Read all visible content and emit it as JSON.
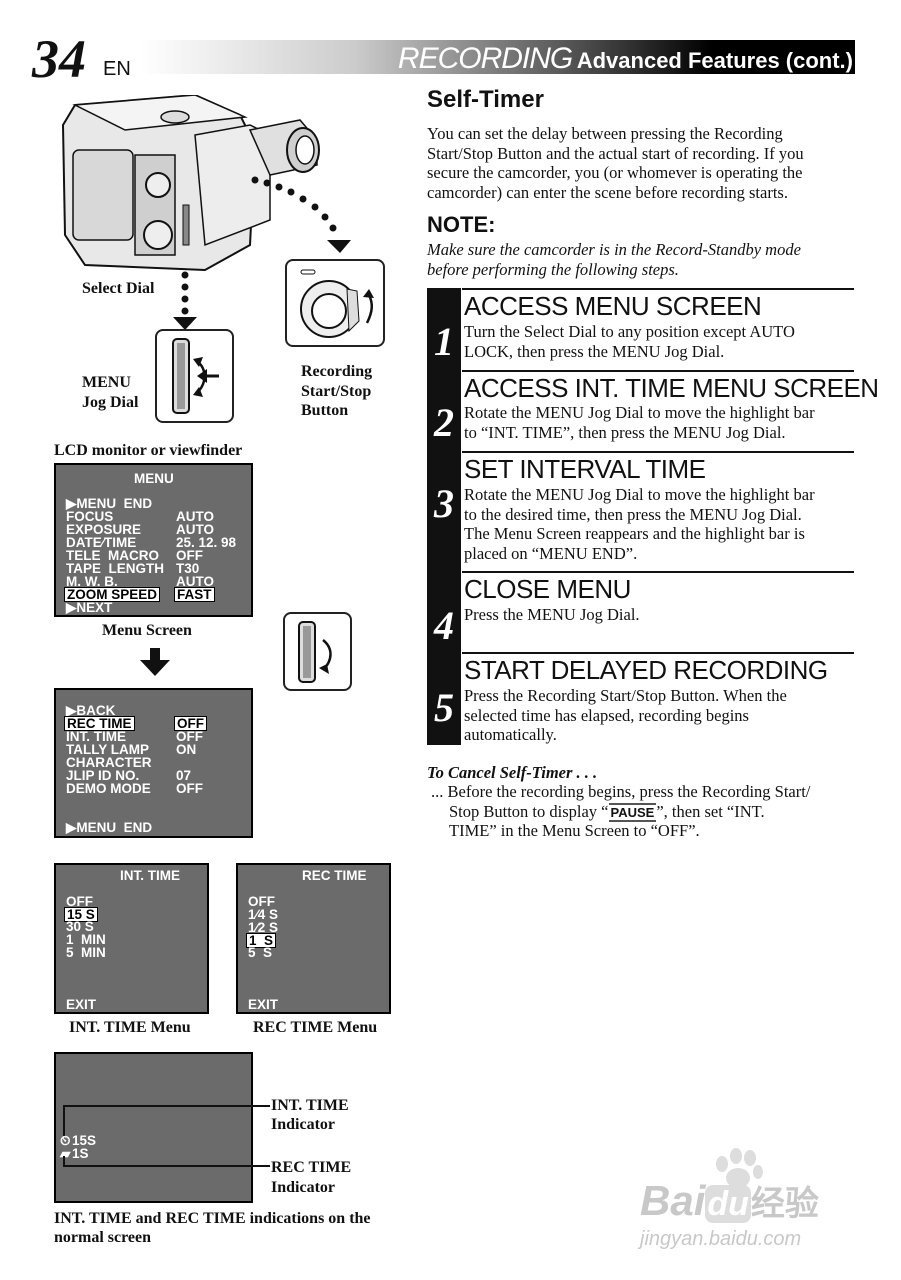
{
  "header": {
    "page_number": "34",
    "lang": "EN",
    "section_title": "RECORDING",
    "section_subtitle": "Advanced Features (cont.)"
  },
  "left": {
    "labels": {
      "select_dial": "Select Dial",
      "menu_jog_1": "MENU",
      "menu_jog_2": "Jog Dial",
      "rec_btn_1": "Recording",
      "rec_btn_2": "Start/Stop",
      "rec_btn_3": "Button",
      "lcd_caption": "LCD monitor or viewfinder",
      "menu_screen_caption": "Menu Screen",
      "int_time_menu_caption": "INT. TIME Menu",
      "rec_time_menu_caption": "REC TIME Menu",
      "int_indicator_1": "INT. TIME",
      "int_indicator_2": "Indicator",
      "rec_indicator_1": "REC TIME",
      "rec_indicator_2": "Indicator",
      "normal_caption_1": "INT. TIME and REC TIME indications on the",
      "normal_caption_2": "normal screen"
    },
    "menu_screen": {
      "title": "MENU",
      "rows": [
        {
          "label": "▶MENU  END",
          "value": ""
        },
        {
          "label": "FOCUS",
          "value": "AUTO"
        },
        {
          "label": "EXPOSURE",
          "value": "AUTO"
        },
        {
          "label": "DATE∕TIME",
          "value": "25. 12. 98"
        },
        {
          "label": "TELE  MACRO",
          "value": "OFF"
        },
        {
          "label": "TAPE  LENGTH",
          "value": "T30"
        },
        {
          "label": "M. W. B.",
          "value": "AUTO"
        },
        {
          "label": "ZOOM SPEED",
          "value": "FAST"
        },
        {
          "label": "▶NEXT",
          "value": ""
        }
      ]
    },
    "sub_menu": {
      "rows": [
        {
          "label": "▶BACK",
          "value": ""
        },
        {
          "label": "REC TIME",
          "value": "OFF"
        },
        {
          "label": "INT. TIME",
          "value": "OFF"
        },
        {
          "label": "TALLY LAMP",
          "value": "ON"
        },
        {
          "label": "CHARACTER",
          "value": ""
        },
        {
          "label": "JLIP ID NO.",
          "value": "07"
        },
        {
          "label": "DEMO MODE",
          "value": "OFF"
        }
      ],
      "footer": "▶MENU  END"
    },
    "int_time_screen": {
      "title": "INT. TIME",
      "options": [
        "OFF",
        "15 S",
        "30 S",
        "1  MIN",
        "5  MIN"
      ],
      "exit": "EXIT"
    },
    "rec_time_screen": {
      "title": "REC TIME",
      "options": [
        "OFF",
        "1∕4 S",
        "1∕2 S",
        "1  S",
        "5  S"
      ],
      "exit": "EXIT"
    },
    "normal_screen": {
      "int_value": "15S",
      "rec_value": "1S"
    }
  },
  "right": {
    "heading": "Self-Timer",
    "intro": [
      "You can set the delay between pressing the Recording",
      "Start/Stop Button and the actual start of recording. If you",
      "secure the camcorder, you (or whomever is operating the",
      "camcorder) can enter the scene before recording starts."
    ],
    "note_title": "NOTE:",
    "note": [
      "Make sure the camcorder is in the Record-Standby mode",
      "before performing the following steps."
    ],
    "steps": [
      {
        "num": "1",
        "title": "ACCESS MENU SCREEN",
        "lines": [
          "Turn the Select Dial to any position except AUTO",
          "LOCK, then press the MENU Jog Dial."
        ]
      },
      {
        "num": "2",
        "title": "ACCESS INT. TIME MENU SCREEN",
        "lines": [
          "Rotate the MENU Jog Dial to move the highlight bar",
          "to “INT. TIME”, then press the MENU Jog Dial."
        ]
      },
      {
        "num": "3",
        "title": "SET INTERVAL TIME",
        "lines": [
          "Rotate the MENU Jog Dial to move the highlight bar",
          "to the desired time, then press the MENU Jog Dial.",
          "The Menu Screen reappears and the highlight bar is",
          "placed on “MENU END”."
        ]
      },
      {
        "num": "4",
        "title": "CLOSE MENU",
        "lines": [
          "Press the MENU Jog Dial."
        ]
      },
      {
        "num": "5",
        "title": "START DELAYED RECORDING",
        "lines": [
          "Press the Recording Start/Stop Button. When the",
          "selected time has elapsed, recording begins",
          "automatically."
        ]
      }
    ],
    "cancel_title": "To Cancel Self-Timer . . .",
    "cancel_line1": "... Before the recording begins, press the Recording Start/",
    "cancel_line2a": "Stop Button to display “",
    "cancel_pause": "PAUSE",
    "cancel_line2b": "”, then set “INT.",
    "cancel_line3": "TIME” in the Menu Screen to “OFF”."
  },
  "watermark": {
    "line1": "Bai",
    "line1b": "du",
    "line1c": "经验",
    "line2": "jingyan.baidu.com"
  }
}
